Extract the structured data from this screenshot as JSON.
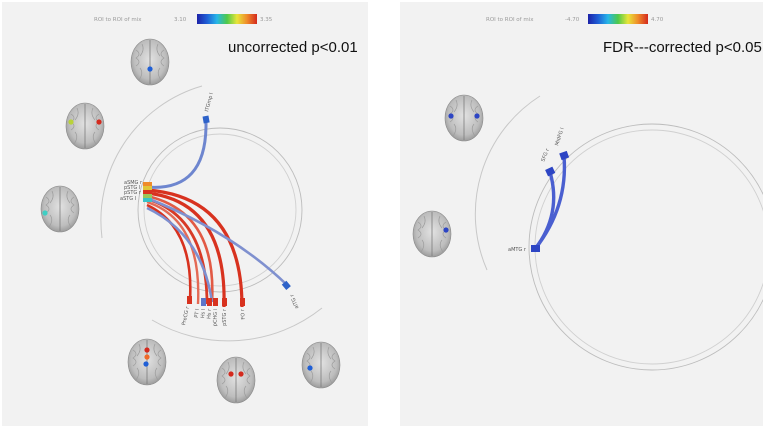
{
  "panels": [
    {
      "id": "left",
      "colorbar": {
        "label": "ROI to ROI of mix",
        "min_label": "3.10",
        "max_label": "3.35"
      },
      "title": "uncorrected p<0.01",
      "node_labels": [
        "ITGmp l",
        "aSMG r",
        "pSTG l",
        "pSTG r",
        "aSTG l",
        "PreCG r",
        "PT l",
        "Hs l",
        "Hs r",
        "pCHG l",
        "pSTG r",
        "FO r",
        "aITG r"
      ]
    },
    {
      "id": "right",
      "colorbar": {
        "label": "ROI to ROI of mix",
        "min_label": "-4.70",
        "max_label": "4.70"
      },
      "title": "FDR---corrected p<0.05",
      "node_labels": [
        "MidFG l",
        "SFG r",
        "aMTG r"
      ]
    }
  ],
  "colors": {
    "strong_positive": "#d42a1e",
    "positive": "#ef8b2a",
    "negative": "#5d72c8",
    "node_blue": "#2d4bc8"
  },
  "icons": [
    "brain-axial-icon"
  ]
}
